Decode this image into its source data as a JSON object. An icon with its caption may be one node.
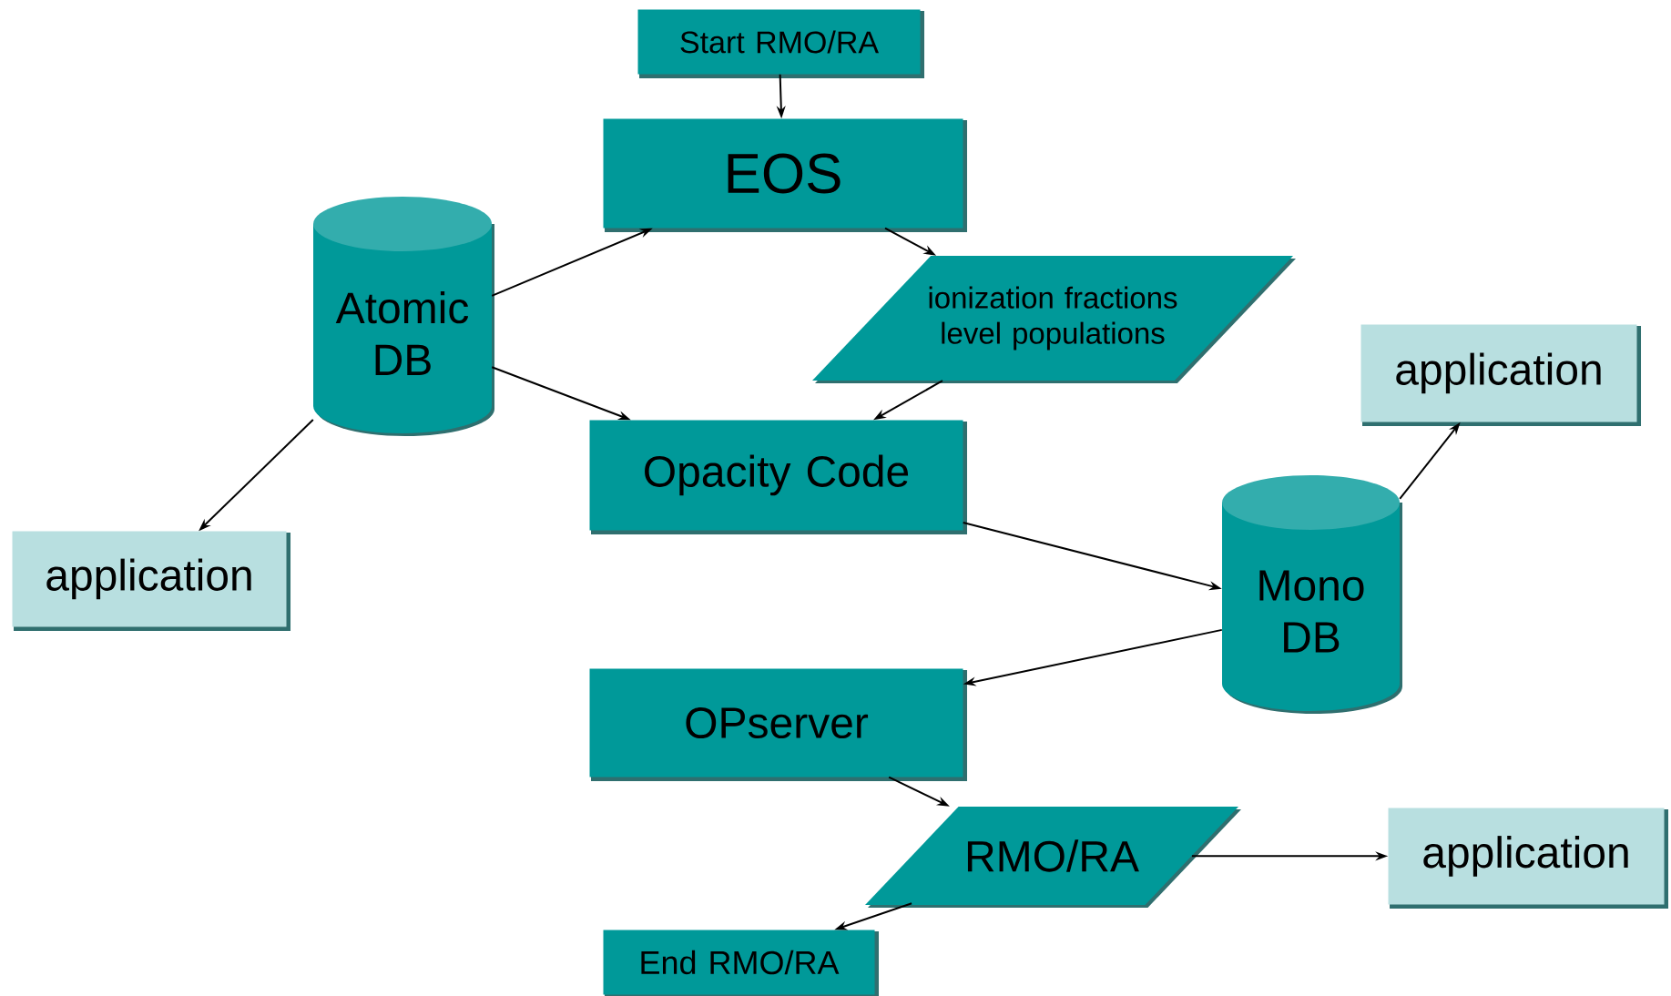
{
  "diagram": {
    "nodes": [
      {
        "text": [
          "Start RMO/RA"
        ]
      },
      {
        "text": [
          "EOS"
        ]
      },
      {
        "text": [
          "Atomic DB"
        ]
      },
      {
        "text": [
          "ionization fractions level populations"
        ]
      },
      {
        "text": [
          "application"
        ]
      },
      {
        "text": [
          "Opacity Code"
        ]
      },
      {
        "text": [
          "application"
        ]
      },
      {
        "text": [
          "Mono DB"
        ]
      },
      {
        "text": [
          "OPserver"
        ]
      },
      {
        "text": [
          "RMO/RA"
        ]
      },
      {
        "text": [
          "application"
        ]
      },
      {
        "text": [
          "End RMO/RA"
        ]
      }
    ],
    "edges": [
      {
        "from": 0,
        "to": 1,
        "arrow": "to"
      },
      {
        "from": 2,
        "to": 1,
        "arrow": "to"
      },
      {
        "from": 2,
        "to": 5,
        "arrow": "to"
      },
      {
        "from": 1,
        "to": 3,
        "arrow": "to"
      },
      {
        "from": 3,
        "to": 5,
        "arrow": "to"
      },
      {
        "from": 2,
        "to": 6,
        "arrow": "to"
      },
      {
        "from": 5,
        "to": 7,
        "arrow": "to"
      },
      {
        "from": 7,
        "to": 8,
        "arrow": "to"
      },
      {
        "from": 7,
        "to": 4,
        "arrow": "to"
      },
      {
        "from": 8,
        "to": 9,
        "arrow": "to"
      },
      {
        "from": 9,
        "to": 10,
        "arrow": "to"
      },
      {
        "from": 9,
        "to": 11,
        "arrow": "to"
      }
    ]
  }
}
